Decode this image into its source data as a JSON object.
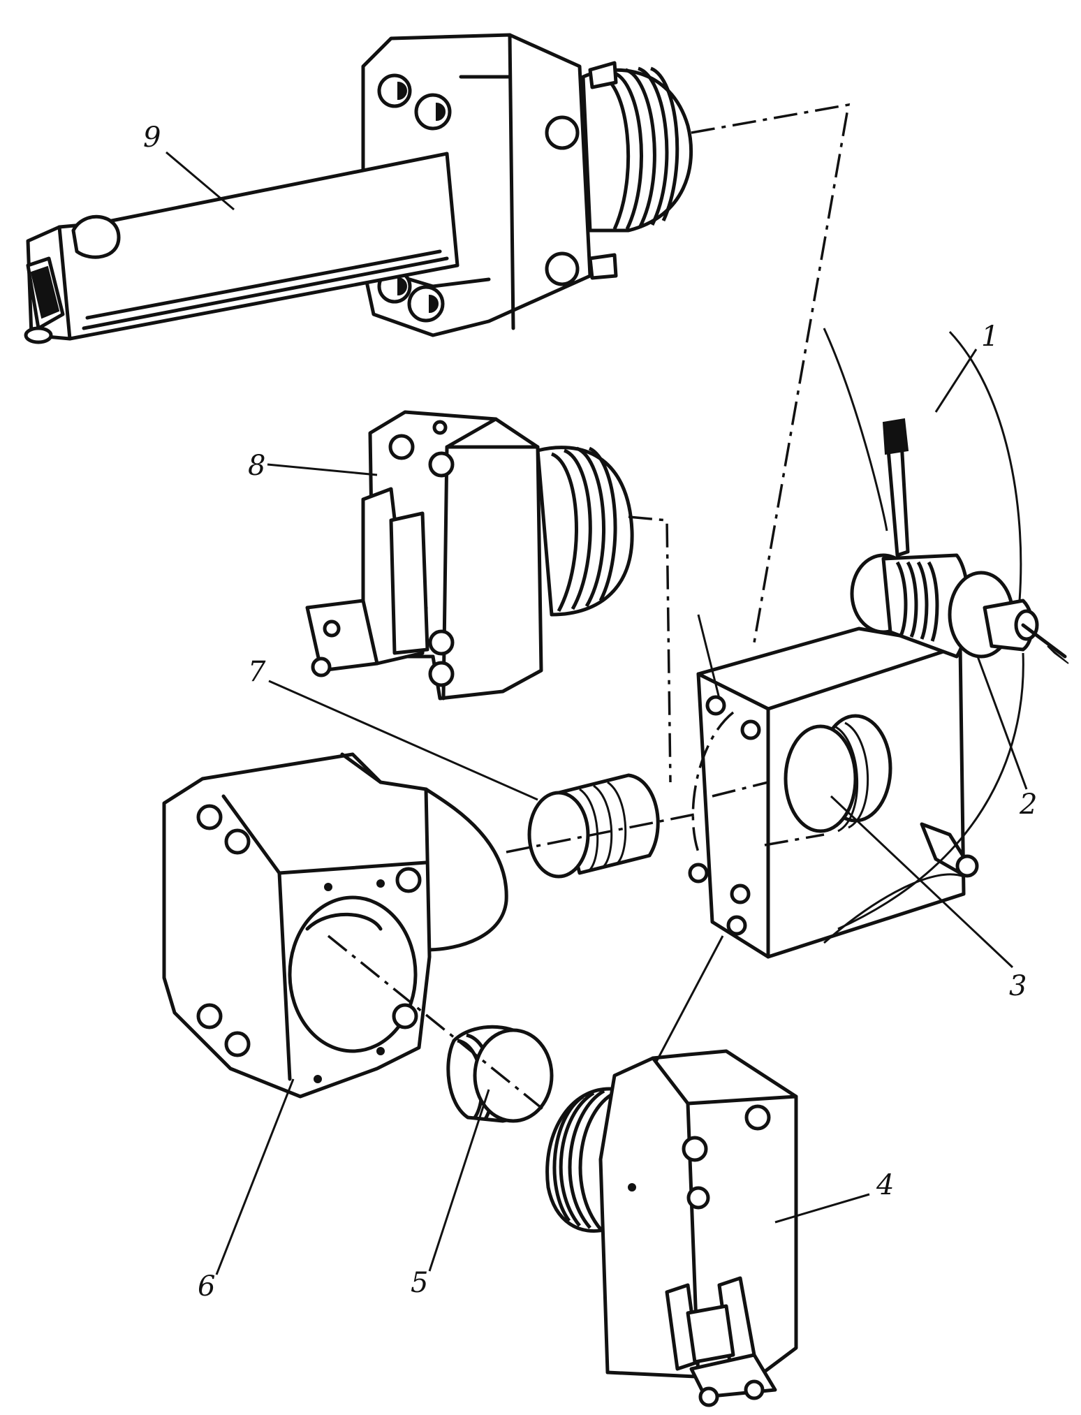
{
  "figure": {
    "callouts": [
      {
        "id": "callout-1",
        "text": "1"
      },
      {
        "id": "callout-2",
        "text": "2"
      },
      {
        "id": "callout-3",
        "text": "3"
      },
      {
        "id": "callout-4",
        "text": "4"
      },
      {
        "id": "callout-5",
        "text": "5"
      },
      {
        "id": "callout-6",
        "text": "6"
      },
      {
        "id": "callout-7",
        "text": "7"
      },
      {
        "id": "callout-8",
        "text": "8"
      },
      {
        "id": "callout-9",
        "text": "9"
      }
    ]
  },
  "colors": {
    "ink": "#111111",
    "paper": "#ffffff"
  }
}
